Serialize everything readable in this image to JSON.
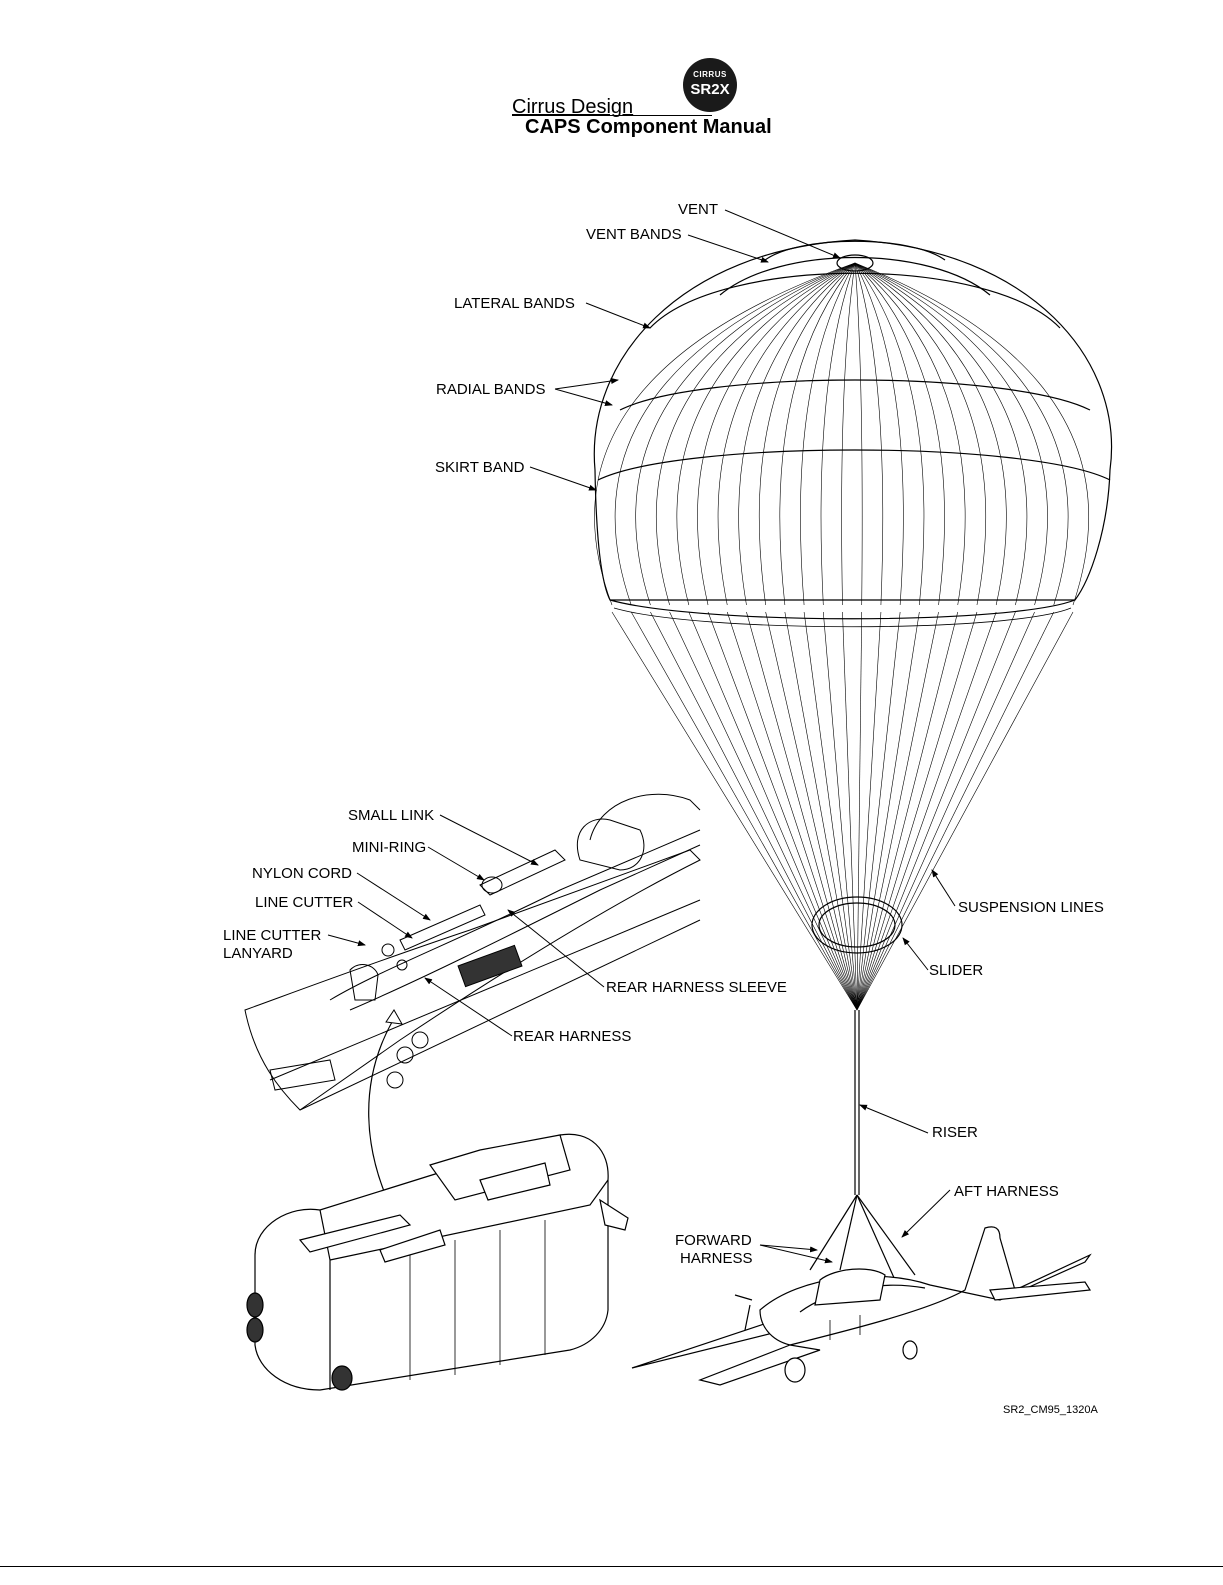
{
  "header": {
    "company": "Cirrus Design",
    "manual_title": "CAPS Component Manual",
    "badge_top": "CIRRUS",
    "badge_bottom": "SR2X"
  },
  "labels": {
    "vent": "VENT",
    "vent_bands": "VENT BANDS",
    "lateral_bands": "LATERAL BANDS",
    "radial_bands": "RADIAL BANDS",
    "skirt_band": "SKIRT BAND",
    "suspension_lines": "SUSPENSION LINES",
    "slider": "SLIDER",
    "riser": "RISER",
    "aft_harness": "AFT HARNESS",
    "forward_harness_1": "FORWARD",
    "forward_harness_2": "HARNESS",
    "small_link": "SMALL LINK",
    "mini_ring": "MINI-RING",
    "nylon_cord": "NYLON CORD",
    "line_cutter": "LINE CUTTER",
    "line_cutter_lanyard_1": "LINE CUTTER",
    "line_cutter_lanyard_2": "LANYARD",
    "rear_harness_sleeve": "REAR HARNESS SLEEVE",
    "rear_harness": "REAR HARNESS"
  },
  "figure_id": "SR2_CM95_1320A"
}
